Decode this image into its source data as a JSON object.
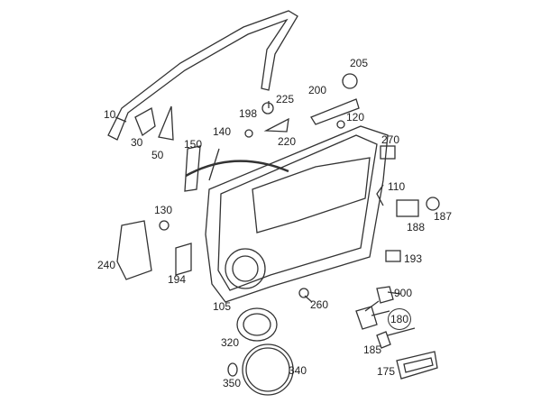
{
  "diagram": {
    "part_labels": {
      "p10": "10",
      "p30": "30",
      "p50": "50",
      "p105": "105",
      "p110": "110",
      "p120": "120",
      "p130": "130",
      "p140": "140",
      "p150": "150",
      "p175": "175",
      "p180": "180",
      "p185": "185",
      "p187": "187",
      "p188": "188",
      "p193": "193",
      "p194": "194",
      "p198": "198",
      "p200": "200",
      "p205": "205",
      "p220": "220",
      "p225": "225",
      "p240": "240",
      "p260": "260",
      "p270": "270",
      "p320": "320",
      "p340": "340",
      "p350": "350",
      "p900": "900"
    }
  }
}
